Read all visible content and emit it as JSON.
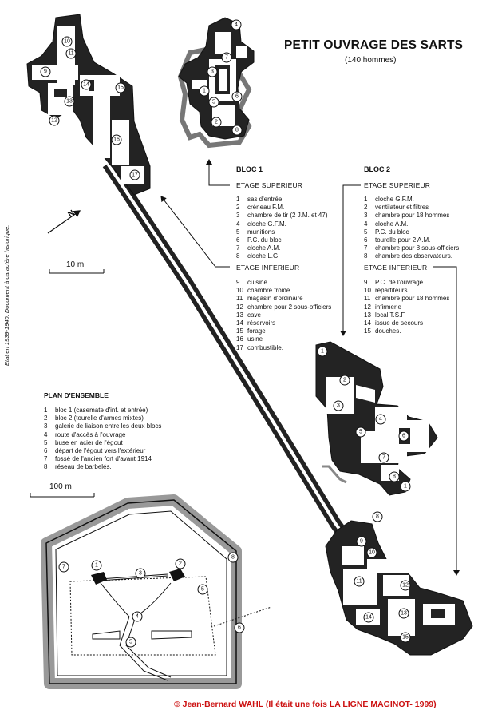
{
  "header": {
    "title": "PETIT OUVRAGE DES SARTS",
    "subtitle": "(140 hommes)"
  },
  "bloc1": {
    "title": "BLOC 1",
    "upper_heading": "ETAGE SUPERIEUR",
    "upper_items": [
      {
        "num": "1",
        "label": "sas d'entrée"
      },
      {
        "num": "2",
        "label": "créneau F.M."
      },
      {
        "num": "3",
        "label": "chambre de tir (2 J.M. et 47)"
      },
      {
        "num": "4",
        "label": "cloche G.F.M."
      },
      {
        "num": "5",
        "label": "munitions"
      },
      {
        "num": "6",
        "label": "P.C. du bloc"
      },
      {
        "num": "7",
        "label": "cloche A.M."
      },
      {
        "num": "8",
        "label": "cloche L.G."
      }
    ],
    "lower_heading": "ETAGE INFERIEUR",
    "lower_items": [
      {
        "num": "9",
        "label": "cuisine"
      },
      {
        "num": "10",
        "label": "chambre froide"
      },
      {
        "num": "11",
        "label": "magasin d'ordinaire"
      },
      {
        "num": "12",
        "label": "chambre pour 2 sous-officiers"
      },
      {
        "num": "13",
        "label": "cave"
      },
      {
        "num": "14",
        "label": "réservoirs"
      },
      {
        "num": "15",
        "label": "forage"
      },
      {
        "num": "16",
        "label": "usine"
      },
      {
        "num": "17",
        "label": "combustible."
      }
    ]
  },
  "bloc2": {
    "title": "BLOC 2",
    "upper_heading": "ETAGE SUPERIEUR",
    "upper_items": [
      {
        "num": "1",
        "label": "cloche G.F.M."
      },
      {
        "num": "2",
        "label": "ventilateur et filtres"
      },
      {
        "num": "3",
        "label": "chambre pour 18 hommes"
      },
      {
        "num": "4",
        "label": "cloche A.M."
      },
      {
        "num": "5",
        "label": "P.C. du bloc"
      },
      {
        "num": "6",
        "label": "tourelle pour 2 A.M."
      },
      {
        "num": "7",
        "label": "chambre pour 8 sous-officiers"
      },
      {
        "num": "8",
        "label": "chambre des observateurs."
      }
    ],
    "lower_heading": "ETAGE INFERIEUR",
    "lower_items": [
      {
        "num": "9",
        "label": "P.C. de l'ouvrage"
      },
      {
        "num": "10",
        "label": "répartiteurs"
      },
      {
        "num": "11",
        "label": "chambre pour 18 hommes"
      },
      {
        "num": "12",
        "label": "infirmerie"
      },
      {
        "num": "13",
        "label": "local T.S.F."
      },
      {
        "num": "14",
        "label": "issue de secours"
      },
      {
        "num": "15",
        "label": "douches."
      }
    ]
  },
  "plan": {
    "title": "PLAN D'ENSEMBLE",
    "items": [
      {
        "num": "1",
        "label": "bloc 1 (casemate d'inf. et entrée)"
      },
      {
        "num": "2",
        "label": "bloc 2 (tourelle d'armes mixtes)"
      },
      {
        "num": "3",
        "label": "galerie de liaison entre les deux blocs"
      },
      {
        "num": "4",
        "label": "route d'accès à l'ouvrage"
      },
      {
        "num": "5",
        "label": "buse  en acier de l'égout"
      },
      {
        "num": "6",
        "label": "départ de l'égout vers l'extérieur"
      },
      {
        "num": "7",
        "label": "fossé de l'ancien fort d'avant 1914"
      },
      {
        "num": "8",
        "label": "réseau de barbelés."
      }
    ]
  },
  "scales": {
    "small": "10 m",
    "large": "100 m"
  },
  "north_label": "N",
  "side_note": "Etat en 1939-1940. Document à caractère historique.",
  "copyright": "© Jean-Bernard WAHL (Il était une fois LA LIGNE MAGINOT- 1999)",
  "map_labels": {
    "b1_top": [
      "10",
      "11",
      "9",
      "14",
      "15",
      "13",
      "12",
      "16",
      "17"
    ],
    "b1_up": [
      "4",
      "7",
      "3",
      "1",
      "5",
      "6",
      "2",
      "8"
    ],
    "b2_up": [
      "1",
      "2",
      "3",
      "4",
      "5",
      "6",
      "7",
      "8",
      "1"
    ],
    "b2_low": [
      "8",
      "9",
      "10",
      "11",
      "12",
      "13",
      "14",
      "15"
    ],
    "plan": [
      "1",
      "2",
      "3",
      "4",
      "5",
      "6",
      "7",
      "8",
      "5"
    ]
  },
  "colors": {
    "ink": "#111111",
    "wall": "#222222",
    "copyright": "#cc1111"
  }
}
